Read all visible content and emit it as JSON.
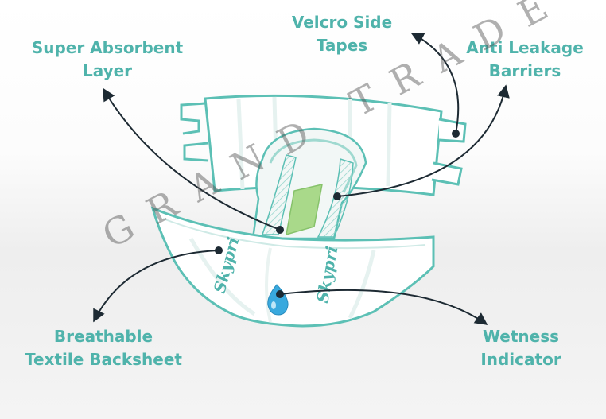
{
  "labels": {
    "super_absorbent": [
      "Super Absorbent",
      "Layer"
    ],
    "velcro": [
      "Velcro Side",
      "Tapes"
    ],
    "anti_leakage": [
      "Anti Leakage",
      "Barriers"
    ],
    "breathable": [
      "Breathable",
      "Textile Backsheet"
    ],
    "wetness": [
      "Wetness",
      "Indicator"
    ]
  },
  "brand_text": "Skypri",
  "watermark_text": "GRAND TRADE",
  "colors": {
    "label": "#4fb3ab",
    "diaper_edge": "#5cc0b5",
    "absorbent_pad": "#a9d98a",
    "indicator_drop": "#39a9de",
    "arrow": "#1d2a33"
  }
}
